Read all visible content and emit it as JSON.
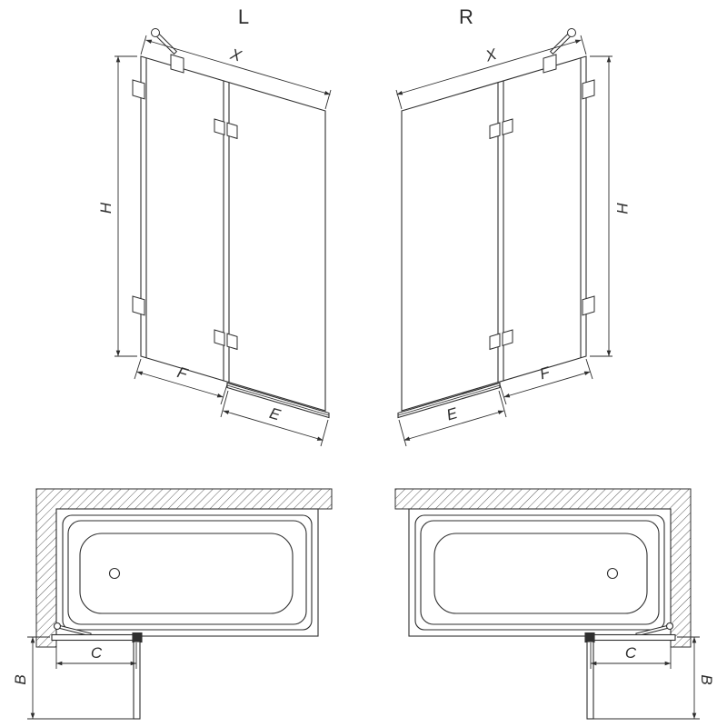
{
  "page": {
    "background": "#ffffff",
    "line_color": "#2e2e2e"
  },
  "elevations": {
    "left": {
      "title": "L",
      "dims": {
        "width": "X",
        "height": "H",
        "fixed_panel": "F",
        "flap_panel": "E"
      }
    },
    "right": {
      "title": "R",
      "dims": {
        "width": "X",
        "height": "H",
        "fixed_panel": "F",
        "flap_panel": "E"
      }
    }
  },
  "plans": {
    "left": {
      "dims": {
        "flap_width": "C",
        "depth": "B"
      }
    },
    "right": {
      "dims": {
        "flap_width": "C",
        "depth": "B"
      }
    }
  }
}
